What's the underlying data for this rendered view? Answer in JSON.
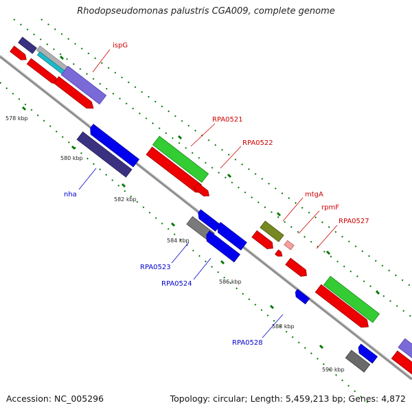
{
  "title": "Rhodopseudomonas palustris CGA009, complete genome",
  "footer": {
    "accession": "Accession: NC_005296",
    "topology": "Topology: circular; Length: 5,459,213 bp; Genes: 4,872"
  },
  "ruler": {
    "unit": "kbp",
    "labels": [
      "578 kbp",
      "580 kbp",
      "582 kbp",
      "584 kbp",
      "586 kbp",
      "588 kbp",
      "590 kbp"
    ]
  },
  "colors": {
    "backbone": "#8f8f8f",
    "forward_label": "#cc0000",
    "reverse_label": "#0000cc",
    "tick": "#007700"
  },
  "gene_labels": {
    "forward": [
      "ispG",
      "RPA0521",
      "RPA0522",
      "mtgA",
      "rpmF",
      "RPA0527"
    ],
    "reverse": [
      "nha",
      "RPA0523",
      "RPA0524",
      "RPA0528"
    ]
  }
}
